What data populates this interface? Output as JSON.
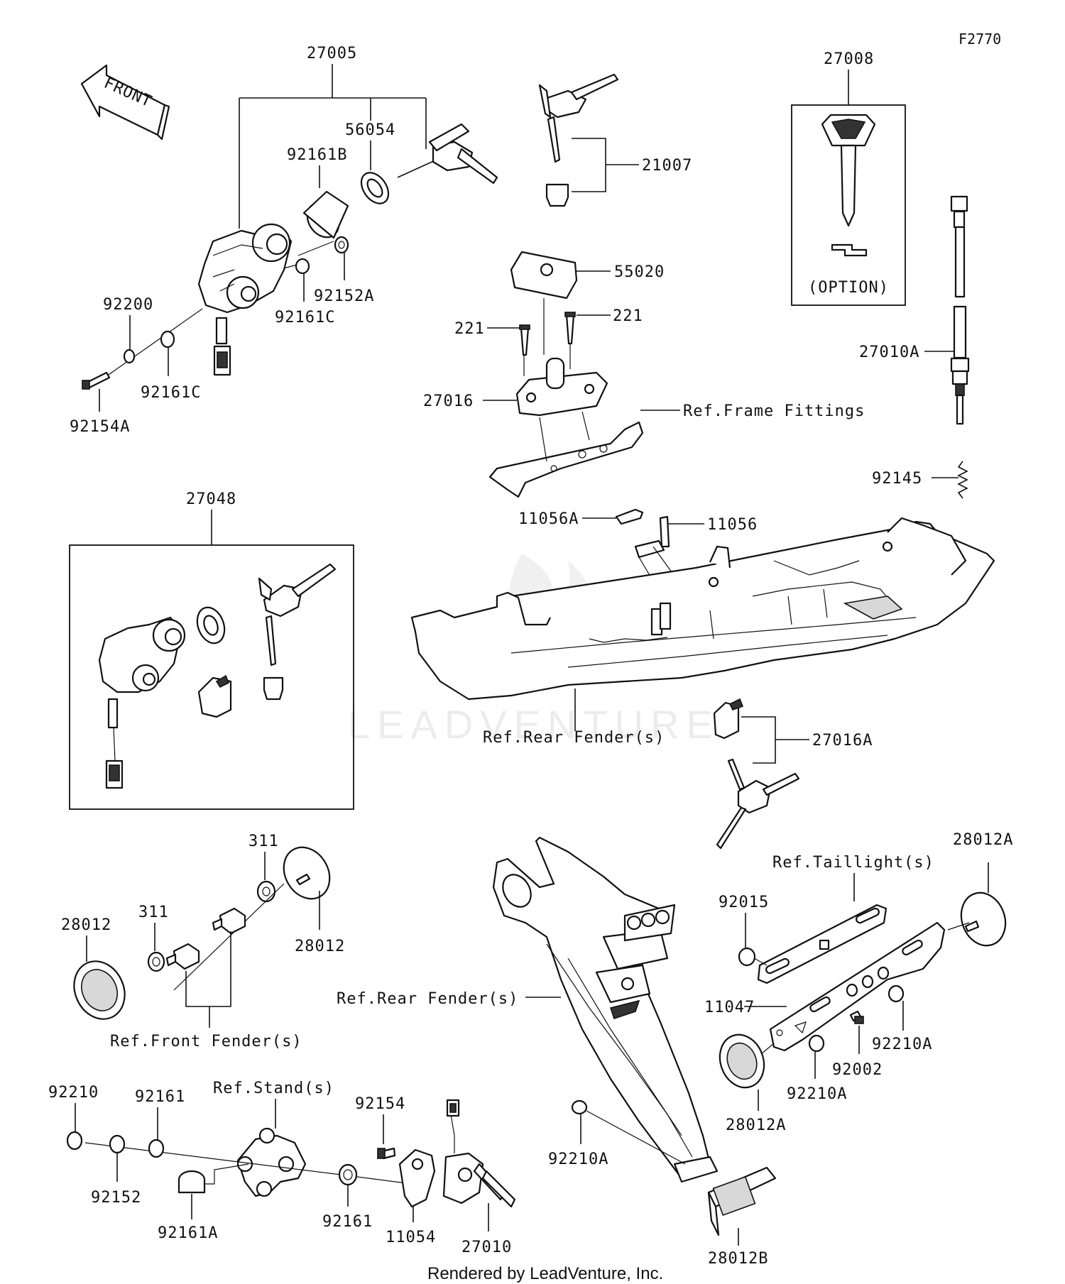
{
  "diagram": {
    "figure_code": "F2770",
    "front_label": "FRONT",
    "option_label": "(OPTION)",
    "watermark": "LEADVENTURE",
    "footer": "Rendered by LeadVenture, Inc."
  },
  "callouts": {
    "p27005": "27005",
    "p56054": "56054",
    "p92161B": "92161B",
    "p92152A": "92152A",
    "p92161C_a": "92161C",
    "p92200": "92200",
    "p92161C_b": "92161C",
    "p92154A": "92154A",
    "p21007": "21007",
    "p27008": "27008",
    "p55020": "55020",
    "p221_a": "221",
    "p221_b": "221",
    "p27016": "27016",
    "ref_frame": "Ref.Frame Fittings",
    "p27010A": "27010A",
    "p92145": "92145",
    "p27048": "27048",
    "p11056A": "11056A",
    "p11056": "11056",
    "ref_rear_fender_1": "Ref.Rear Fender(s)",
    "p27016A": "27016A",
    "p311_a": "311",
    "p311_b": "311",
    "p28012_a": "28012",
    "p28012_b": "28012",
    "ref_front_fender": "Ref.Front Fender(s)",
    "ref_rear_fender_2": "Ref.Rear Fender(s)",
    "p28012A_a": "28012A",
    "ref_taillight": "Ref.Taillight(s)",
    "p92015": "92015",
    "p11047": "11047",
    "p92210A_a": "92210A",
    "p92002": "92002",
    "p92210A_b": "92210A",
    "p28012A_b": "28012A",
    "ref_stand": "Ref.Stand(s)",
    "p92210": "92210",
    "p92161_a": "92161",
    "p92154": "92154",
    "p92152": "92152",
    "p92161A": "92161A",
    "p92161_b": "92161",
    "p11054": "11054",
    "p27010": "27010",
    "p92210A_c": "92210A",
    "p28012B": "28012B"
  }
}
